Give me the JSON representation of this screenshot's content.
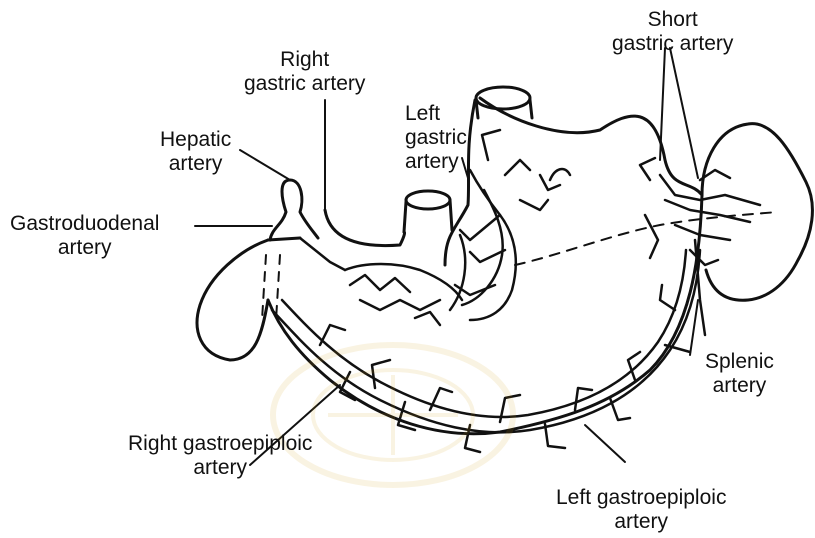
{
  "labels": {
    "short_gastric": [
      "Short",
      "gastric artery"
    ],
    "right_gastric": [
      "Right",
      "gastric  artery"
    ],
    "left_gastric": [
      "Left",
      "gastric",
      "artery"
    ],
    "hepatic": [
      "Hepatic",
      "artery"
    ],
    "gastroduodenal": [
      "Gastroduodenal",
      "artery"
    ],
    "splenic": [
      "Splenic",
      "artery"
    ],
    "right_gastroepiploic": [
      "Right  gastroepiploic",
      "artery"
    ],
    "left_gastroepiploic": [
      "Left  gastroepiploic",
      "artery"
    ]
  },
  "colors": {
    "ink": "#111111",
    "paper": "#ffffff",
    "watermark": "#d4a017"
  }
}
